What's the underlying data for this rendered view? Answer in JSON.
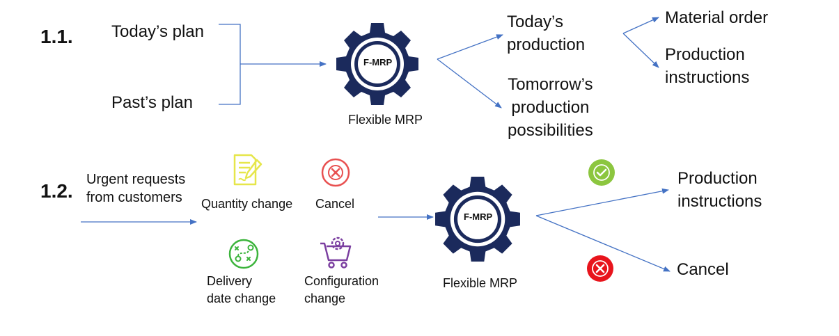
{
  "section_1": {
    "number": "1.1.",
    "inputs": [
      "Today’s plan",
      "Past’s plan"
    ],
    "gear_label": "F-MRP",
    "gear_caption": "Flexible MRP",
    "outputs": {
      "today_production": [
        "Today’s",
        "production"
      ],
      "tomorrow_possibilities": [
        "Tomorrow’s",
        "production",
        "possibilities"
      ]
    },
    "sub_outputs": {
      "material_order": "Material order",
      "production_instructions": [
        "Production",
        "instructions"
      ]
    }
  },
  "section_2": {
    "number": "1.2.",
    "input": [
      "Urgent requests",
      "from customers"
    ],
    "requests": {
      "quantity_change": "Quantity change",
      "cancel": "Cancel",
      "delivery_date_change": [
        "Delivery",
        "date change"
      ],
      "configuration_change": [
        "Configuration",
        "change"
      ]
    },
    "gear_label": "F-MRP",
    "gear_caption": "Flexible MRP",
    "outputs": {
      "production_instructions": [
        "Production",
        "instructions"
      ],
      "cancel": "Cancel"
    }
  },
  "colors": {
    "gear": "#1b2a5c",
    "arrow": "#4472c4",
    "check_green": "#8cc63f",
    "cancel_red": "#e8141c",
    "doc_yellow": "#e6e64a",
    "cancel_outline": "#e85050",
    "route_green": "#3cb43c",
    "cart_purple": "#7b3fa0"
  }
}
